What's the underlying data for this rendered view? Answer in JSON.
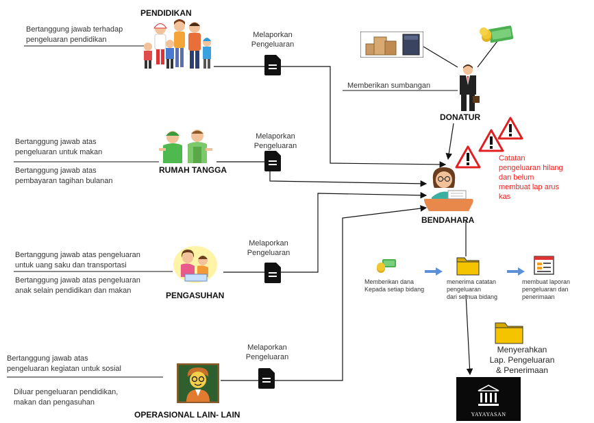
{
  "departments": {
    "pendidikan": {
      "title": "PENDIDIKAN",
      "desc": [
        "Bertanggung jawab terhadap",
        "pengeluaran pendidikan"
      ],
      "report": [
        "Melaporkan",
        "Pengeluaran"
      ]
    },
    "rumah_tangga": {
      "title": "RUMAH TANGGA",
      "desc1": [
        "Bertanggung jawab atas",
        "pengeluaran untuk makan"
      ],
      "desc2": [
        "Bertanggung jawab atas",
        "pembayaran tagihan bulanan"
      ],
      "report": [
        "Melaporkan",
        "Pengeluaran"
      ]
    },
    "pengasuhan": {
      "title": "PENGASUHAN",
      "desc1": [
        "Bertanggung jawab atas pengeluaran",
        "untuk uang saku dan transportasi"
      ],
      "desc2": [
        "Bertanggung jawab atas pengeluaran",
        "anak selain pendidikan dan makan"
      ],
      "report": [
        "Melaporkan",
        "Pengeluaran"
      ]
    },
    "operasional": {
      "title": "OPERASIONAL LAIN- LAIN",
      "desc1": [
        "Bertanggung jawab atas",
        "pengeluaran kegiatan untuk sosial"
      ],
      "desc2": [
        "Diluar pengeluaran pendidikan,",
        "makan dan pengasuhan"
      ],
      "report": [
        "Melaporkan",
        "Pengeluaran"
      ]
    }
  },
  "donatur": {
    "title": "DONATUR",
    "desc": "Memberikan sumbangan"
  },
  "bendahara": {
    "title": "BENDAHARA",
    "warning": [
      "Catatan",
      "pengeluaran hilang",
      "dan belum",
      "membuat lap arus",
      "kas"
    ]
  },
  "process": {
    "step1": [
      "Memberikan dana",
      "Kepada setiap bidang"
    ],
    "step2": [
      "menerima catatan",
      "pengeluaran",
      "dari semua bidang"
    ],
    "step3": [
      "membuat laporan",
      "pengeluaran dan",
      "penerimaan"
    ],
    "handover": [
      "Menyerahkan",
      "Lap. Pengeluaran",
      "& Penerimaan"
    ]
  },
  "yayasan": {
    "label": "YAYAYASAN"
  },
  "colors": {
    "warning_text": "#ff1a1a",
    "arrow_blue": "#5b8fd6",
    "folder_yellow": "#f5c400",
    "yayasan_bg": "#0a0a0a"
  },
  "icons": [
    "people-family-icon",
    "gardener-icon",
    "mother-child-icon",
    "teacher-icon",
    "document-icon",
    "businessman-icon",
    "boxes-icon",
    "money-icon",
    "warning-icon",
    "cashier-icon",
    "folder-icon",
    "report-icon",
    "bank-building-icon",
    "right-arrow-icon"
  ]
}
